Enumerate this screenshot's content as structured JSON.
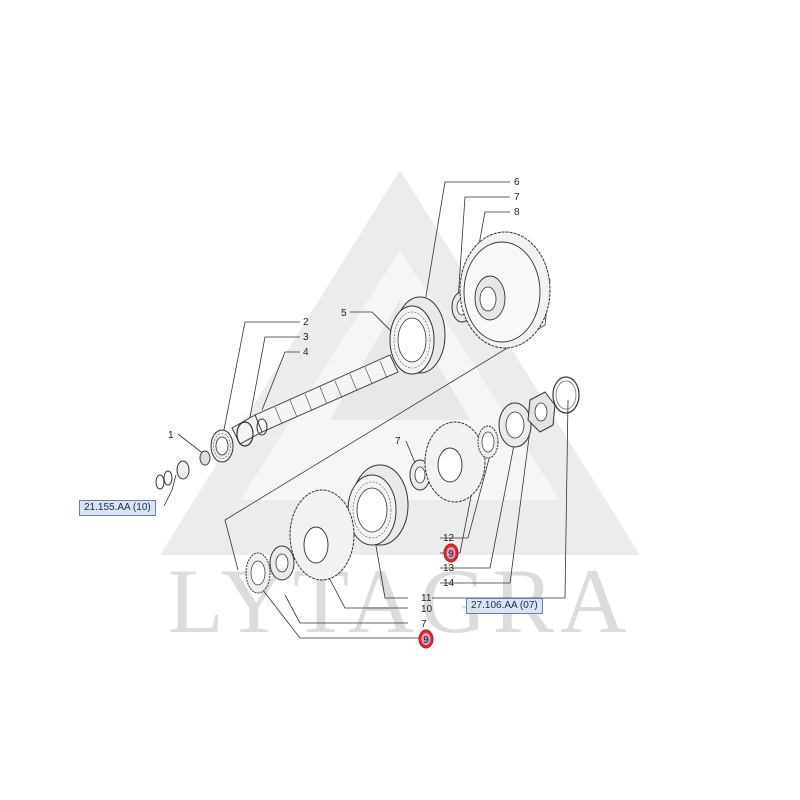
{
  "watermark": "LYTAGRA",
  "callouts": {
    "c1": "1",
    "c2": "2",
    "c3": "3",
    "c4": "4",
    "c5": "5",
    "c6": "6",
    "c7a": "7",
    "c8": "8",
    "c7b": "7",
    "c12": "12",
    "c9a": "9",
    "c13": "13",
    "c14": "14",
    "c11": "11",
    "c10": "10",
    "c7c": "7",
    "c9b": "9"
  },
  "references": {
    "left": "21.155.AA (10)",
    "right": "27.106.AA (07)"
  },
  "colors": {
    "highlight": "#e0282e",
    "highlight_text": "#1a3da8",
    "reference_fill": "#d8e4f2",
    "watermark": "#dcdcdc"
  }
}
